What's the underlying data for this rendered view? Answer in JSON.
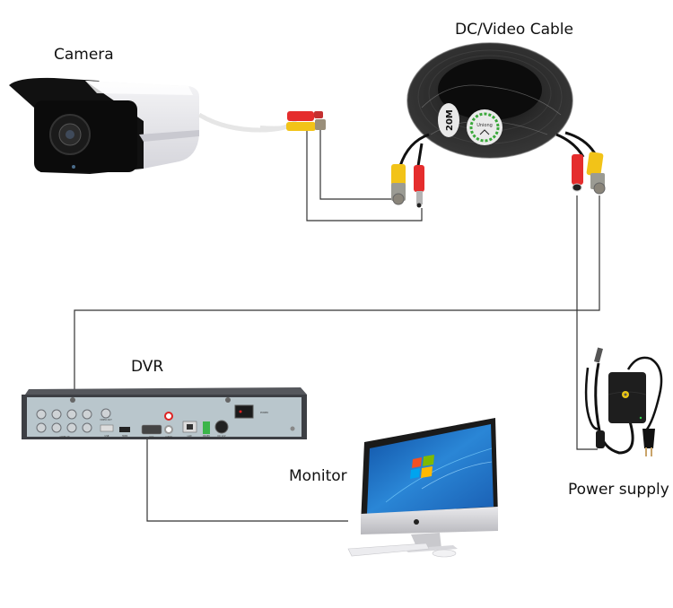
{
  "diagram": {
    "title": "CCTV camera wiring diagram",
    "components": {
      "camera": {
        "label": "Camera"
      },
      "cable": {
        "label": "DC/Video Cable",
        "length_tag": "20M",
        "brand_tag": "Uniong"
      },
      "dvr": {
        "label": "DVR",
        "ports": [
          "VIDEO IN",
          "VIDEO OUT",
          "USB",
          "HDMI",
          "VGA",
          "AUDIO",
          "LAN",
          "RS485",
          "DC 12V",
          "POWER"
        ]
      },
      "monitor": {
        "label": "Monitor"
      },
      "power_supply": {
        "label": "Power supply"
      }
    },
    "connections": [
      {
        "from": "camera video (BNC)",
        "to": "cable BNC (camera end)"
      },
      {
        "from": "camera power (DC)",
        "to": "cable DC (camera end)"
      },
      {
        "from": "cable BNC (DVR end)",
        "to": "dvr video in"
      },
      {
        "from": "cable DC (DVR end)",
        "to": "power supply"
      },
      {
        "from": "dvr VGA",
        "to": "monitor"
      }
    ],
    "colors": {
      "line": "#333333",
      "bnc_connector": "#f2c318",
      "dc_connector": "#e52d2d",
      "cable": "#1e1e1e",
      "dvr_body": "#3d3f44",
      "dvr_panel": "#b9c6cc",
      "screen": "#1d6ec6"
    }
  }
}
